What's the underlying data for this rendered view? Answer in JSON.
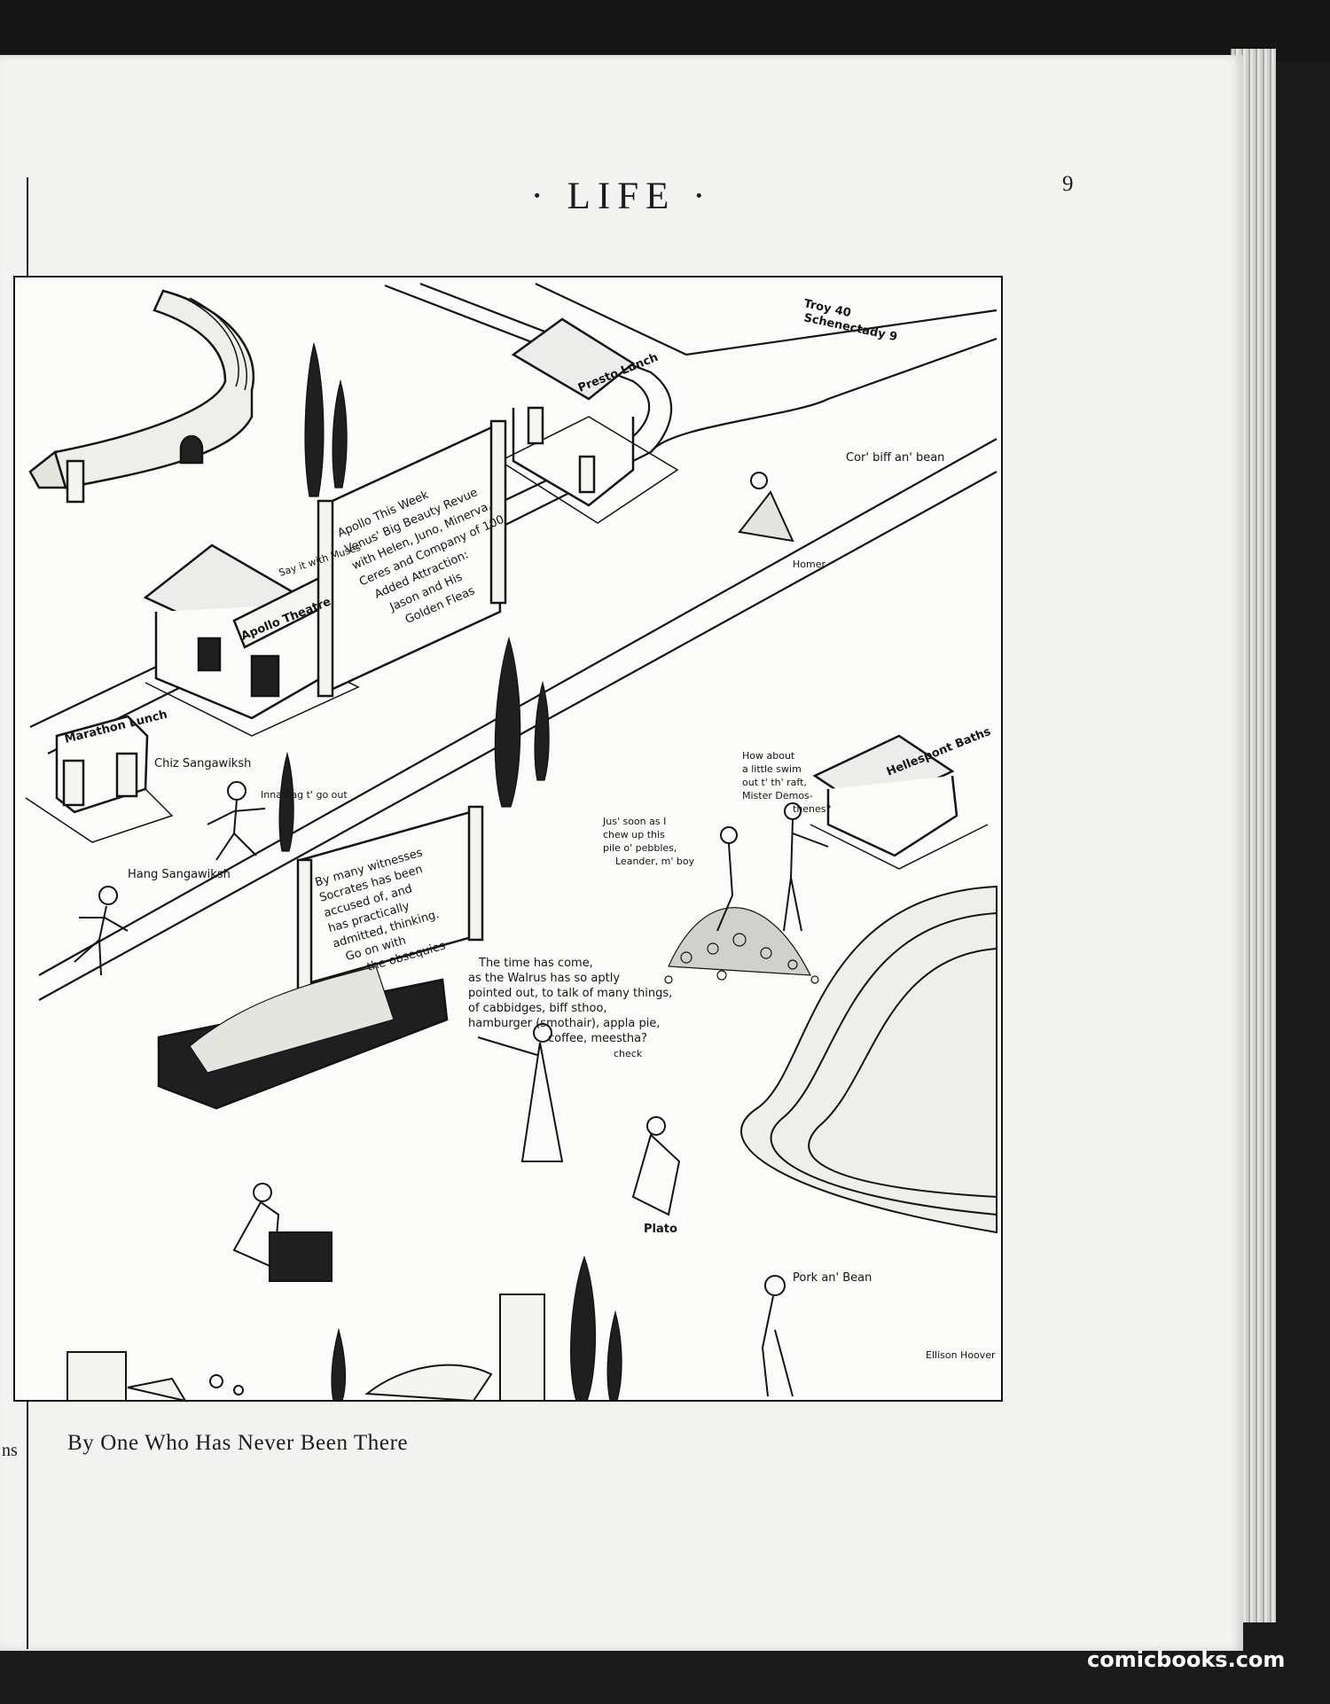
{
  "header": {
    "running_head": "· LIFE ·",
    "page_number": "9"
  },
  "cartoon": {
    "signs": {
      "troy": "Troy 40",
      "schenectady": "Schenectady 9",
      "presto_lunch": "Presto Lunch",
      "apollo_theatre": "Apollo Theatre",
      "say_it_with_muses": "Say it with Muses",
      "marathon_lunch": "Marathon Lunch",
      "hellespont_baths": "Hellespont Baths",
      "plato_rock": "Plato"
    },
    "billboard_apollo": [
      "Apollo This Week",
      "Venus' Big Beauty Revue",
      "with Helen, Juno, Minerva,",
      "Ceres and Company of 100",
      "Added Attraction:",
      "Jason and His",
      "Golden Fleas"
    ],
    "billboard_socrates": [
      "By many witnesses",
      "Socrates has been",
      "accused of, and",
      "has practically",
      "admitted, thinking.",
      "Go on with",
      "the obsequies"
    ],
    "speech": {
      "homer_line": "Cor' biff an' bean",
      "homer_label": "Homer",
      "runner_chiz": "Chiz Sangawiksh",
      "runner_inna": "Inna bag t' go out",
      "runner_hang": "Hang Sangawiksh",
      "swimmer": [
        "How about",
        "a little swim",
        "out t' th' raft,",
        "Mister Demos-",
        "thenes?"
      ],
      "demosthenes": [
        "Jus' soon as I",
        "chew up this",
        "pile o' pebbles,",
        "Leander, m' boy"
      ],
      "orator": [
        "The time has come,",
        "as the Walrus has so aptly",
        "pointed out, to talk of many things,",
        "of cabbidges, biff sthoo,",
        "hamburger (smothair), appla pie,",
        "coffee, meestha?"
      ],
      "plato_check": "check",
      "pork_bean": "Pork an' Bean"
    },
    "signature": "Ellison Hoover"
  },
  "caption": "By One Who Has Never Been There",
  "prev_page_fragment": "ns",
  "watermark": "comicbooks.com"
}
